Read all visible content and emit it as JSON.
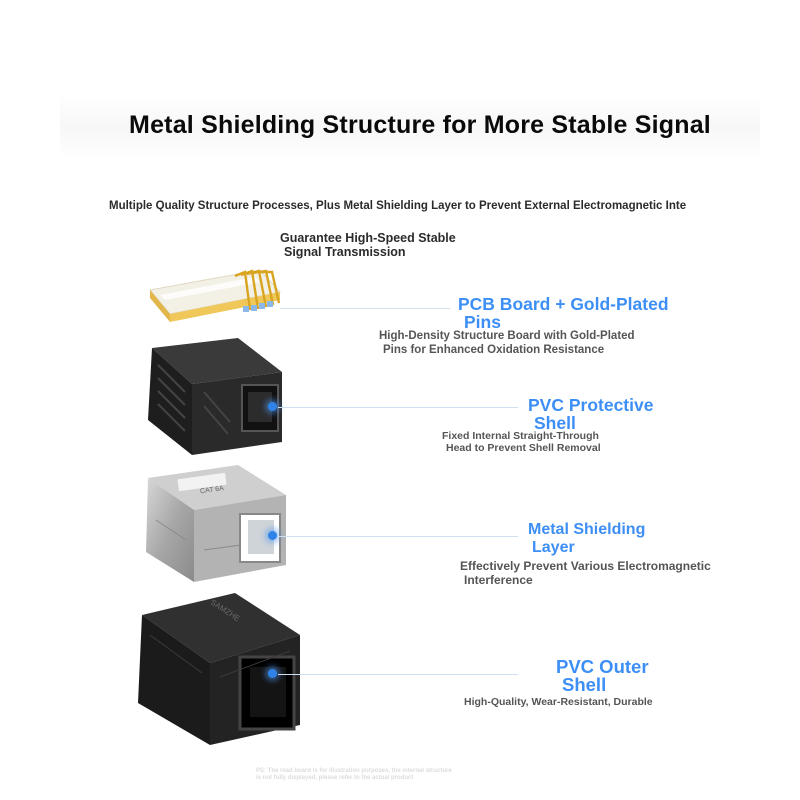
{
  "title": "Metal Shielding Structure for More Stable Signal",
  "subtitle": "Multiple Quality Structure Processes, Plus Metal Shielding Layer to Prevent External Electromagnetic Inte",
  "tagline": {
    "line1": "Guarantee High-Speed Stable",
    "line2": "Signal Transmission"
  },
  "callouts": [
    {
      "title_line1": "PCB Board + Gold-Plated",
      "title_line2": "Pins",
      "desc_line1": "High-Density Structure Board with Gold-Plated",
      "desc_line2": "Pins for Enhanced Oxidation Resistance"
    },
    {
      "title_line1": "PVC Protective",
      "title_line2": "Shell",
      "desc_line1": "Fixed Internal Straight-Through",
      "desc_line2": "Head to Prevent Shell Removal"
    },
    {
      "title_line1": "Metal Shielding",
      "title_line2": "Layer",
      "desc_line1": "Effectively Prevent Various Electromagnetic",
      "desc_line2": "Interference"
    },
    {
      "title_line1": "PVC Outer",
      "title_line2": "Shell",
      "desc_line1": "High-Quality, Wear-Resistant, Durable",
      "desc_line2": ""
    }
  ],
  "product_labels": {
    "metal_label": "CAT 6A",
    "outer_brand": "SAMZHE"
  },
  "footnote": {
    "line1": "PS: The read board is for illustration purposes, the internal structure",
    "line2": "is not fully displayed, please refer to the actual product"
  },
  "colors": {
    "accent": "#3d8ff5",
    "dot": "#2f83e8",
    "title": "#0a0a0a"
  }
}
